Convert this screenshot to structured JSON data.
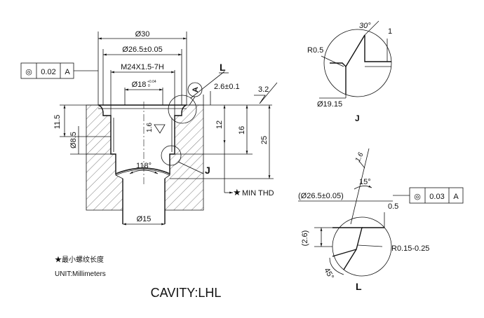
{
  "main": {
    "dims": {
      "d30": "Ø30",
      "d26_5": "Ø26.5±0.05",
      "thread": "M24X1.5-7H",
      "d18": "Ø18",
      "d18_tol_upper": "+0.04",
      "d18_tol_lower": "0",
      "d8_5": "Ø8.5",
      "d15": "Ø15",
      "h11_5": "11.5",
      "h12": "12",
      "h16": "16",
      "h25": "25",
      "dim2_6": "2.6±0.1",
      "angle118": "118°",
      "rough16": "1.6",
      "rough32": "3.2"
    },
    "fcf": {
      "symbol": "◎",
      "tol": "0.02",
      "datum": "A"
    },
    "datum_label": "A",
    "detail_L": "L",
    "detail_J": "J",
    "min_thd": "MIN THD",
    "star": "★"
  },
  "detail_j": {
    "angle": "30°",
    "dim1": "1",
    "radius": "R0.5",
    "diameter": "Ø19.15",
    "label": "J"
  },
  "detail_l": {
    "rough": "1.6",
    "angle15": "15°",
    "ref_dia": "(Ø26.5±0.05)",
    "fcf": {
      "symbol": "◎",
      "tol": "0.03",
      "datum": "A"
    },
    "dim05": "0.5",
    "dim26": "(2.6)",
    "radius": "R0.15-0.25",
    "angle45": "45°",
    "label": "L"
  },
  "notes": {
    "line1": "★最小螺纹长度",
    "line2": "UNIT:Millimeters"
  },
  "title": "CAVITY:LHL"
}
